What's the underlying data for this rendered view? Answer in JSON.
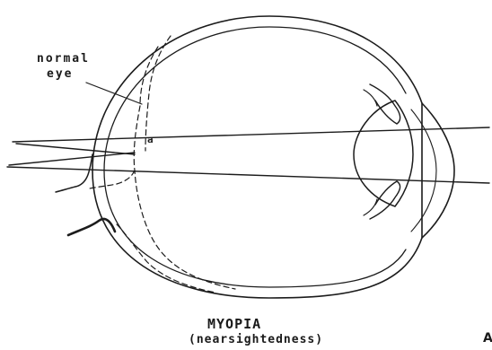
{
  "labels": {
    "normal_eye_line1": "normal",
    "normal_eye_line2": "eye",
    "point_a": "a",
    "title": "MYOPIA",
    "subtitle": "(nearsightedness)",
    "corner_mark": "A"
  },
  "colors": {
    "ink": "#1c1c1c",
    "background": "#ffffff"
  }
}
